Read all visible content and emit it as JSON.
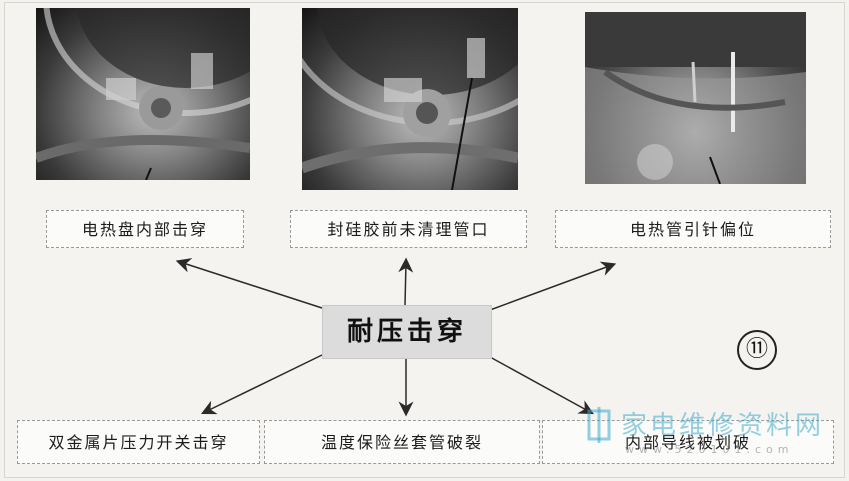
{
  "center": {
    "label": "耐压击穿"
  },
  "causes_top": [
    {
      "label": "电热盘内部击穿"
    },
    {
      "label": "封硅胶前未清理管口"
    },
    {
      "label": "电热管引针偏位"
    }
  ],
  "causes_bottom": [
    {
      "label": "双金属片压力开关击穿"
    },
    {
      "label": "温度保险丝套管破裂"
    },
    {
      "label": "内部导线被划破"
    }
  ],
  "figure_number": "⑪",
  "watermark": {
    "text": "家电维修资料网",
    "url": "www.520101.com"
  },
  "colors": {
    "center_fill": "#dcdcdc",
    "arrow": "#2a2a2a",
    "watermark": "#3caac8"
  }
}
